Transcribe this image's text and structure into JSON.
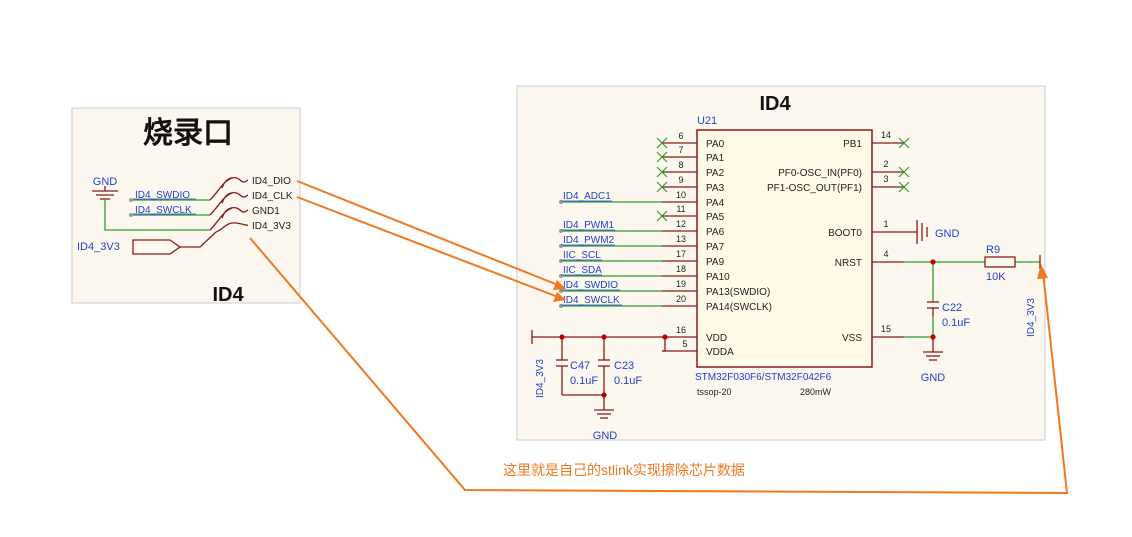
{
  "left_panel": {
    "title": "烧录口",
    "subtitle": "ID4",
    "gnd": "GND",
    "net_swdio": "ID4_SWDIO",
    "net_swclk": "ID4_SWCLK",
    "net_3v3": "ID4_3V3",
    "pins": [
      "ID4_DIO",
      "ID4_CLK",
      "GND1",
      "ID4_3V3"
    ]
  },
  "right_panel": {
    "title": "ID4",
    "chip": {
      "ref": "U21",
      "part": "STM32F030F6/STM32F042F6",
      "package": "tssop-20",
      "power": "280mW",
      "left_pins": [
        {
          "num": "6",
          "name": "PA0"
        },
        {
          "num": "7",
          "name": "PA1"
        },
        {
          "num": "8",
          "name": "PA2"
        },
        {
          "num": "9",
          "name": "PA3"
        },
        {
          "num": "10",
          "name": "PA4"
        },
        {
          "num": "11",
          "name": "PA5"
        },
        {
          "num": "12",
          "name": "PA6"
        },
        {
          "num": "13",
          "name": "PA7"
        },
        {
          "num": "17",
          "name": "PA9"
        },
        {
          "num": "18",
          "name": "PA10"
        },
        {
          "num": "19",
          "name": "PA13(SWDIO)"
        },
        {
          "num": "20",
          "name": "PA14(SWCLK)"
        }
      ],
      "power_pins": [
        {
          "num": "16",
          "name": "VDD"
        },
        {
          "num": "5",
          "name": "VDDA"
        }
      ],
      "right_pins": [
        {
          "num": "14",
          "name": "PB1"
        },
        {
          "num": "2",
          "name": "PF0-OSC_IN(PF0)"
        },
        {
          "num": "3",
          "name": "PF1-OSC_OUT(PF1)"
        },
        {
          "num": "1",
          "name": "BOOT0"
        },
        {
          "num": "4",
          "name": "NRST"
        },
        {
          "num": "15",
          "name": "VSS"
        }
      ]
    },
    "nets": [
      "ID4_ADC1",
      "ID4_PWM1",
      "ID4_PWM2",
      "IIC_SCL",
      "IIC_SDA",
      "ID4_SWDIO",
      "ID4_SWCLK"
    ],
    "net_3v3": "ID4_3V3",
    "gnd_boot": "GND",
    "gnd_bottom": "GND",
    "gnd_c22": "GND",
    "caps": [
      {
        "ref": "C47",
        "value": "0.1uF"
      },
      {
        "ref": "C23",
        "value": "0.1uF"
      },
      {
        "ref": "C22",
        "value": "0.1uF"
      }
    ],
    "resistor": {
      "ref": "R9",
      "value": "10K"
    },
    "net_3v3_right": "ID4_3V3"
  },
  "annotation": "这里就是自己的stlink实现擦除芯片数据",
  "colors": {
    "wire": "#2e9a2e",
    "component": "#8b1a1a",
    "net_label": "#1f3fd0",
    "arrow": "#f07820",
    "junction": "#c00000",
    "panel_bg": "#fdf8ef"
  }
}
